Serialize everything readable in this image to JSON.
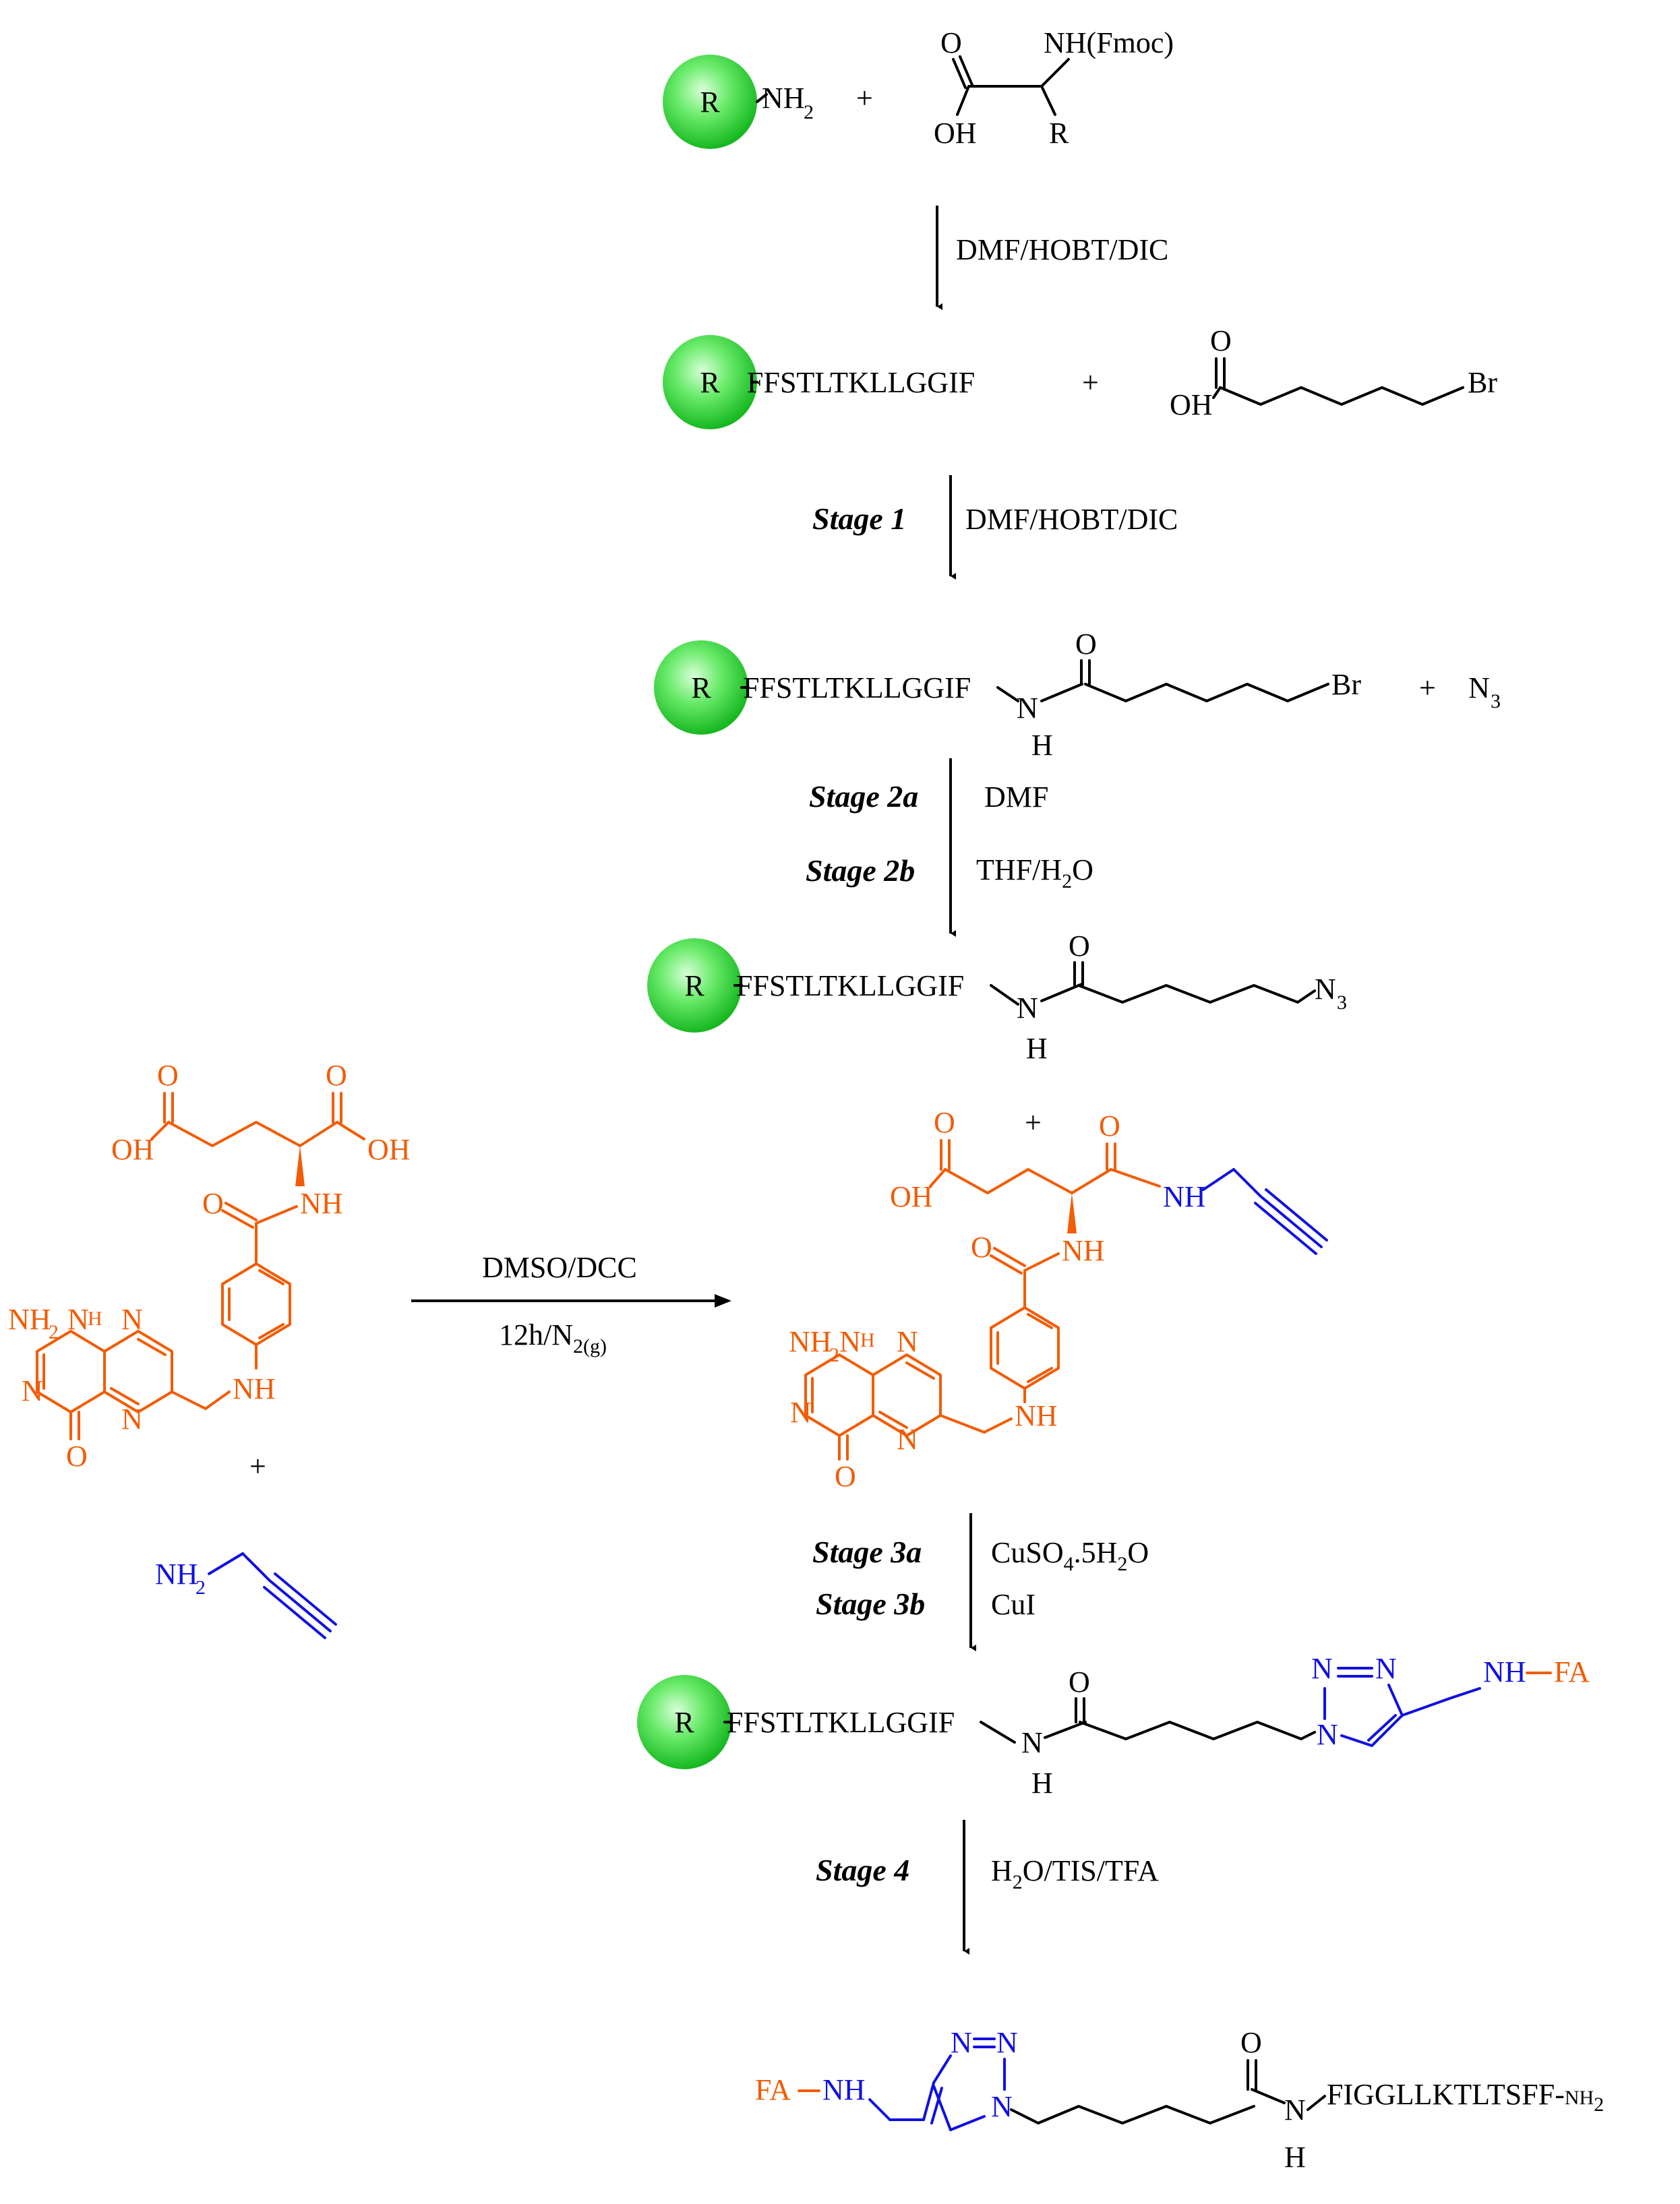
{
  "resin": "R",
  "reaction_step1": {
    "nh2": "NH",
    "nh2_sub": "2",
    "plus": "+",
    "o": "O",
    "nhfmoc": "NH(Fmoc)",
    "oh": "OH",
    "r": "R",
    "reagent": "DMF/HOBT/DIC"
  },
  "intermediate1": {
    "peptide": "FFSTLTKLLGGIF",
    "plus": "+",
    "o": "O",
    "oh": "OH",
    "br": "Br"
  },
  "stage1": {
    "label": "Stage 1",
    "reagent": "DMF/HOBT/DIC"
  },
  "intermediate2": {
    "peptide": "FFSTLTKLLGGIF",
    "n": "N",
    "h": "H",
    "o": "O",
    "br": "Br",
    "plus": "+",
    "n3": "N",
    "n3_sub": "3"
  },
  "stage2": {
    "label_a": "Stage 2a",
    "reagent_a": "DMF",
    "label_b": "Stage 2b",
    "reagent_b_pre": "THF/H",
    "reagent_b_sub": "2",
    "reagent_b_post": "O"
  },
  "intermediate3": {
    "peptide": "FFSTLTKLLGGIF",
    "n": "N",
    "h": "H",
    "o": "O",
    "n3": "N",
    "n3_sub": "3"
  },
  "folic_acid": {
    "o1": "O",
    "o2": "O",
    "oh1": "OH",
    "oh2": "OH",
    "nh_amide": "NH",
    "o_amide": "O",
    "nh2": "NH",
    "nh2_sub": "2",
    "n_ring": "N",
    "nh_ring": "H",
    "n3": "N",
    "n4": "N",
    "n5": "N",
    "o_ring": "O",
    "nh_link": "NH",
    "plus": "+"
  },
  "propargylamine": {
    "nh2": "NH",
    "nh2_sub": "2"
  },
  "coupling": {
    "reagent_top": "DMSO/DCC",
    "reagent_bottom_pre": "12h/N",
    "reagent_bottom_sub": "2(g)"
  },
  "fa_alkyne": {
    "plus": "+",
    "o1": "O",
    "o2": "O",
    "oh": "OH",
    "nh": "NH",
    "nh_amide": "NH",
    "o_amide": "O",
    "nh2": "NH",
    "nh2_sub": "2",
    "n_ring": "N",
    "nh_ring": "H",
    "n3": "N",
    "n4": "N",
    "n5": "N",
    "o_ring": "O",
    "nh_link": "NH"
  },
  "stage3": {
    "label_a": "Stage 3a",
    "reagent_a_pre": "CuSO",
    "reagent_a_sub1": "4",
    "reagent_a_mid": ".5H",
    "reagent_a_sub2": "2",
    "reagent_a_post": "O",
    "label_b": "Stage 3b",
    "reagent_b": "CuI"
  },
  "intermediate4": {
    "peptide": "FFSTLTKLLGGIF",
    "n": "N",
    "h": "H",
    "o": "O",
    "triazole_n1": "N",
    "triazole_n2": "N",
    "triazole_n3": "N",
    "nh": "NH",
    "fa": "FA"
  },
  "stage4": {
    "label": "Stage 4",
    "reagent_pre": "H",
    "reagent_sub": "2",
    "reagent_post": "O/TIS/TFA"
  },
  "product": {
    "fa": "FA",
    "nh": "NH",
    "triazole_n1": "N",
    "triazole_n2": "N",
    "triazole_n3": "N",
    "o": "O",
    "n": "N",
    "h": "H",
    "peptide": "FIGGLLKTLTSFF-",
    "nh2": "NH",
    "nh2_sub": "2"
  },
  "colors": {
    "folate": "#F25C05",
    "linker": "#1010E0",
    "resin_fill": "#3FD44A"
  }
}
